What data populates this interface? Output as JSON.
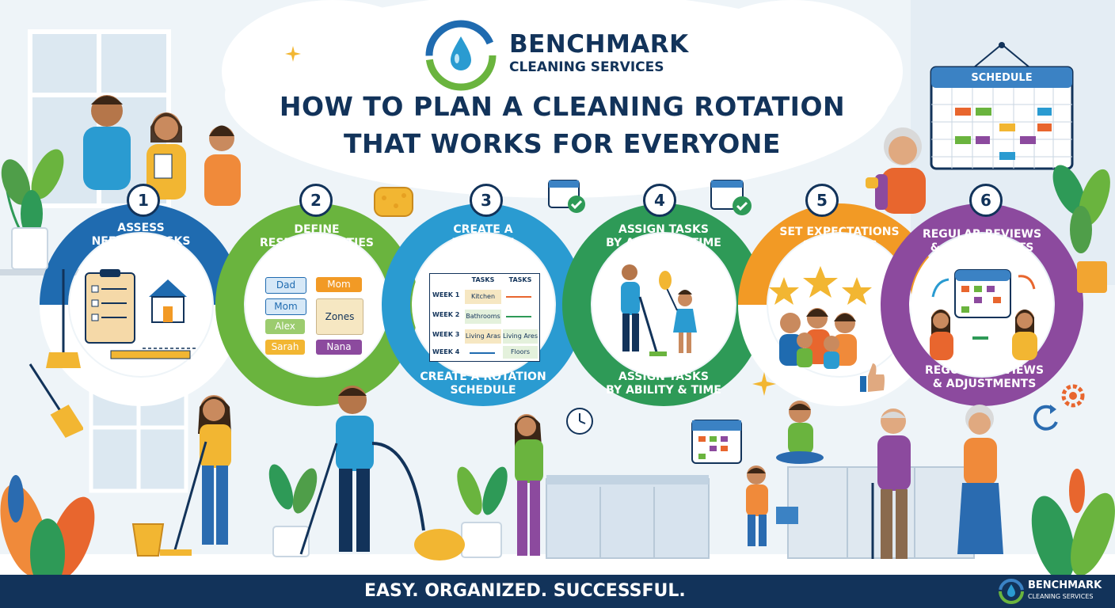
{
  "brand": {
    "name": "BENCHMARK",
    "sub": "CLEANING SERVICES",
    "colors": {
      "navy": "#12335a",
      "blue": "#1f6bb0",
      "green": "#6ab43e",
      "teal": "#2a9bd1",
      "emerald": "#2e9a57",
      "orange": "#f29a25",
      "purple": "#8c4a9e"
    }
  },
  "title": {
    "line1": "HOW TO PLAN A CLEANING ROTATION",
    "line2": "THAT WORKS FOR EVERYONE"
  },
  "schedule_sign": "SCHEDULE",
  "steps": [
    {
      "number": "1",
      "title_l1": "ASSESS",
      "title_l2": "NEEDS & TASKS",
      "color": "#1f6bb0",
      "icon": "clipboard-house-icon"
    },
    {
      "number": "2",
      "title_l1": "DEFINE",
      "title_l2": "RESPONSIBILITIES",
      "color": "#6ab43e",
      "icon": "zones-icon"
    },
    {
      "number": "3",
      "title_l1": "CREATE A",
      "title_l2": "ROTATION",
      "bottom_l1": "CREATE A ROTATION",
      "bottom_l2": "SCHEDULE",
      "color": "#2a9bd1",
      "icon": "rotation-table-icon"
    },
    {
      "number": "4",
      "title_l1": "ASSIGN TASKS",
      "title_l2": "BY ABILITY & TIME",
      "bottom_l1": "ASSIGN TASKS",
      "bottom_l2": "BY ABILITY & TIME",
      "color": "#2e9a57",
      "icon": "parent-child-icon"
    },
    {
      "number": "5",
      "title_l1": "SET EXPECTATIONS",
      "title_l2": "& REWARDS",
      "color": "#f29a25",
      "icon": "stars-family-icon"
    },
    {
      "number": "6",
      "title_l1": "REGULAR REVIEWS",
      "title_l2": "& ADJUSTMENTS",
      "bottom_l1": "REGULAR REVIEWS",
      "bottom_l2": "& ADJUSTMENTS",
      "color": "#8c4a9e",
      "icon": "calendar-review-icon"
    }
  ],
  "zones": {
    "dad": "Dad",
    "mom_top": "Mom",
    "mom": "Mom",
    "alex": "Alex",
    "sarah": "Sarah",
    "nana": "Nana",
    "zones": "Zones"
  },
  "rotation_table": {
    "headers": [
      "TASKS",
      "TASKS"
    ],
    "rows": [
      {
        "week": "WEEK 1",
        "a": "Kitchen",
        "b": ""
      },
      {
        "week": "WEEK 2",
        "a": "Bathrooms",
        "b": ""
      },
      {
        "week": "WEEK 3",
        "a": "Living Aras",
        "b": "Living Ares"
      },
      {
        "week": "WEEK 4",
        "a": "",
        "b": "Floors"
      }
    ]
  },
  "footer": {
    "tagline": "EASY. ORGANIZED. SUCCESSFUL.",
    "brand_name": "BENCHMARK",
    "brand_sub": "CLEANING SERVICES"
  }
}
